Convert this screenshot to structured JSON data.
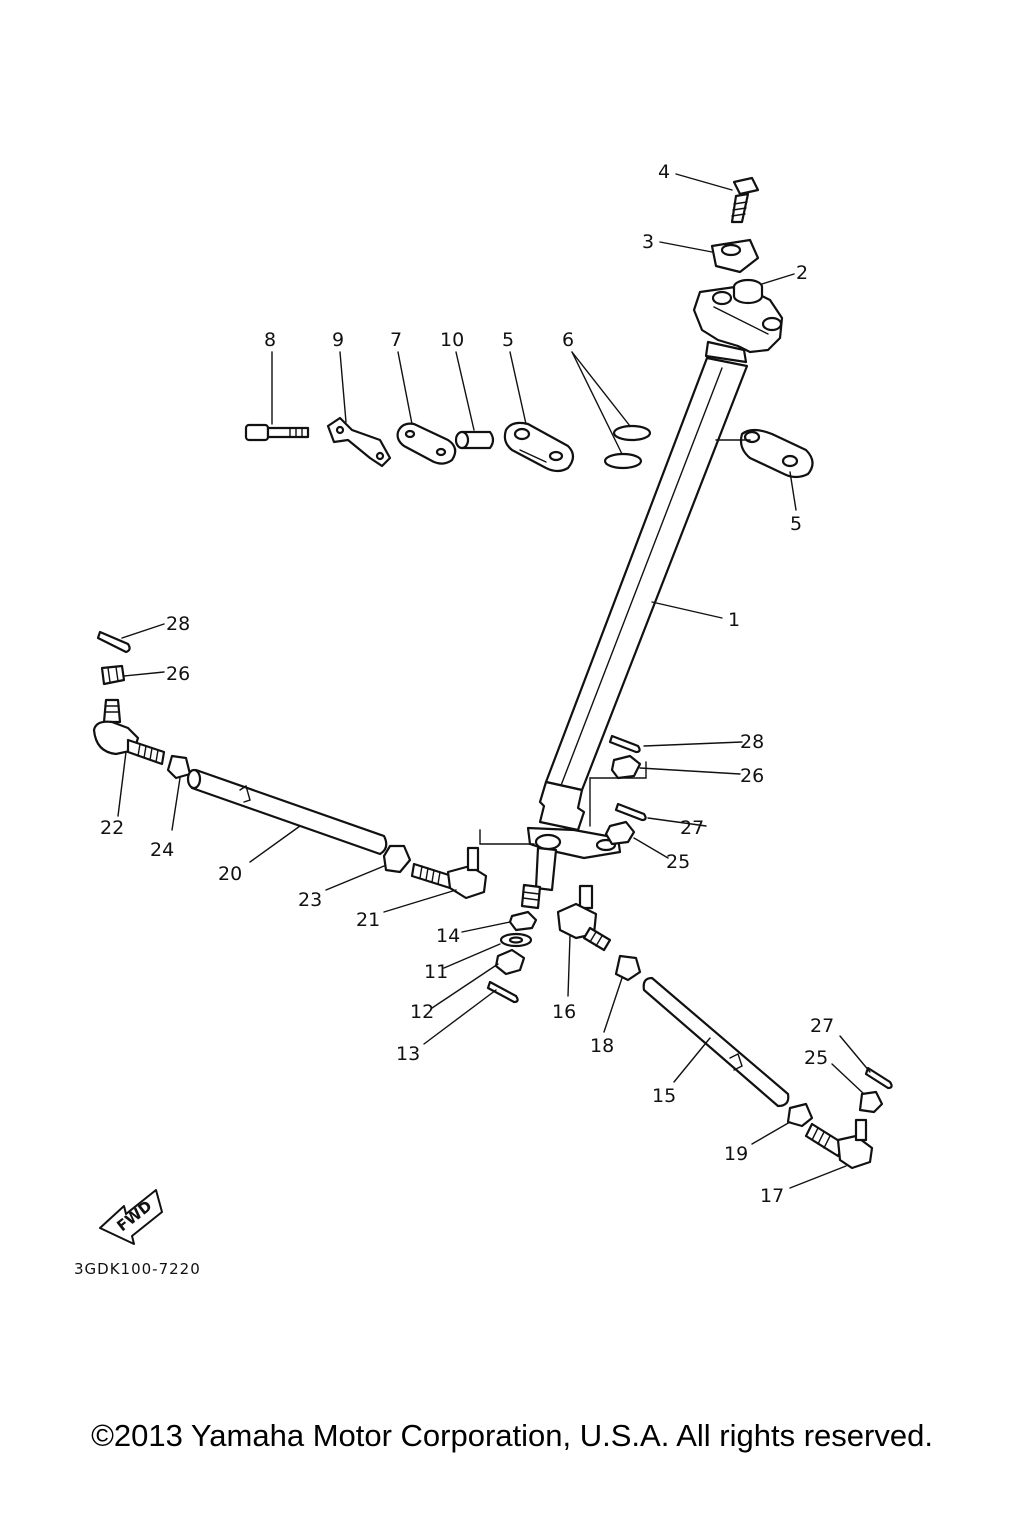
{
  "diagram": {
    "callouts": {
      "c1": "1",
      "c2": "2",
      "c3": "3",
      "c4": "4",
      "c5a": "5",
      "c5b": "5",
      "c6": "6",
      "c7": "7",
      "c8": "8",
      "c9": "9",
      "c10": "10",
      "c11": "11",
      "c12": "12",
      "c13": "13",
      "c14": "14",
      "c15": "15",
      "c16": "16",
      "c17": "17",
      "c18": "18",
      "c19": "19",
      "c20": "20",
      "c21": "21",
      "c22": "22",
      "c23": "23",
      "c24": "24",
      "c25a": "25",
      "c25b": "25",
      "c26a": "26",
      "c26b": "26",
      "c27a": "27",
      "c27b": "27",
      "c28a": "28",
      "c28b": "28"
    },
    "fwd_label": "FWD",
    "drawing_code": "3GDK100-7220"
  },
  "footer": {
    "copyright": "©2013 Yamaha Motor Corporation, U.S.A. All rights reserved."
  }
}
